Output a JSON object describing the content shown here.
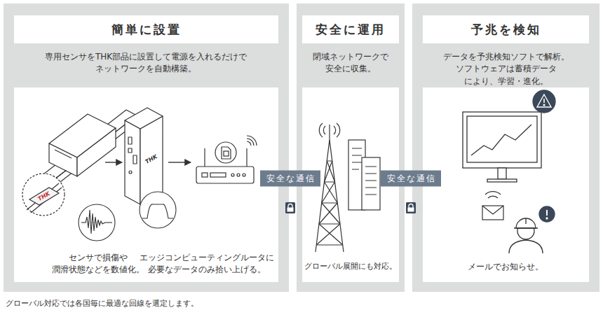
{
  "diagram": {
    "caption": "グローバル対応では各国毎に最適な回線を選定します。",
    "nodes": [
      {
        "text": [
          "簡単に設置",
          "専用センサをTHK部品に設置して電源を入れるだけで ネットワークを自動構築。"
        ]
      },
      {
        "text": [
          "センサで損傷や 潤滑状態などを数値化。",
          "エッジコンピューティングルータに 必要なデータのみ拾い上げる。"
        ],
        "in": 0
      },
      {
        "text": [
          "安全に運用",
          "閉域ネットワークで 安全に収集。"
        ]
      },
      {
        "text": [
          "グローバル展開にも対応。"
        ],
        "in": 2
      },
      {
        "text": [
          "予兆を検知",
          "データを予兆検知ソフトで解析。 ソフトウェアは蓄積データ により、学習・進化。"
        ]
      },
      {
        "text": [
          "メールでお知らせ。"
        ],
        "in": 4
      }
    ],
    "edges": [
      {
        "from": 1,
        "to": 3,
        "label": "安全な通信",
        "arrow": "none"
      },
      {
        "from": 3,
        "to": 5,
        "label": "安全な通信",
        "arrow": "none"
      }
    ],
    "labels": [
      "THK",
      "THK"
    ]
  }
}
